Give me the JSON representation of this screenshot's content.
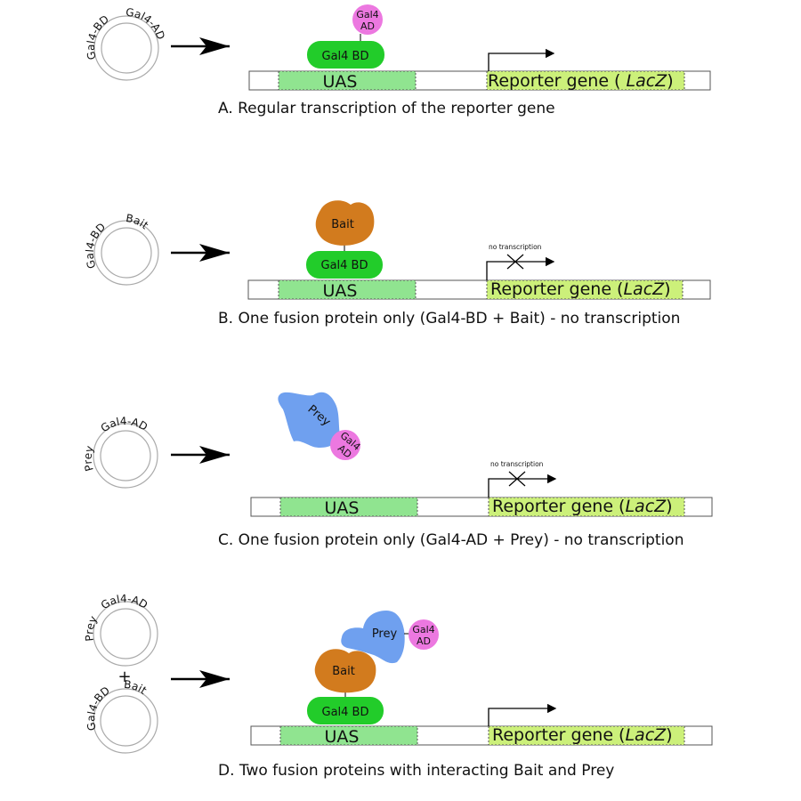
{
  "colors": {
    "uas_fill": "#90e490",
    "reporter_fill": "#ccf07a",
    "bd_fill": "#22cc2a",
    "ad_fill": "#ec78e0",
    "bait_fill": "#d27b1e",
    "prey_fill": "#6fa0ef"
  },
  "labels": {
    "uas": "UAS",
    "reporter_a_prefix": "Reporter gene ( ",
    "reporter_a_suffix": ")",
    "reporter_prefix": "Reporter gene (",
    "reporter_suffix": ")",
    "lacz": "LacZ",
    "gal4_bd": "Gal4 BD",
    "gal4_ad_line1": "Gal4",
    "gal4_ad_line2": "AD",
    "bait": "Bait",
    "prey": "Prey",
    "no_transcription": "no transcription",
    "plus": "+"
  },
  "plasmids": {
    "a": [
      "Gal4-BD",
      "Gal4-AD"
    ],
    "b": [
      "Gal4-BD",
      "Bait"
    ],
    "c": [
      "Prey",
      "Gal4-AD"
    ],
    "d_top": [
      "Prey",
      "Gal4-AD"
    ],
    "d_bottom": [
      "Gal4-BD",
      "Bait"
    ]
  },
  "captions": {
    "a": "A. Regular transcription of the reporter gene",
    "b": "B. One fusion protein only (Gal4-BD + Bait) - no transcription",
    "c": "C. One fusion protein only (Gal4-AD + Prey) - no transcription",
    "d": "D. Two fusion proteins with interacting Bait and Prey"
  }
}
